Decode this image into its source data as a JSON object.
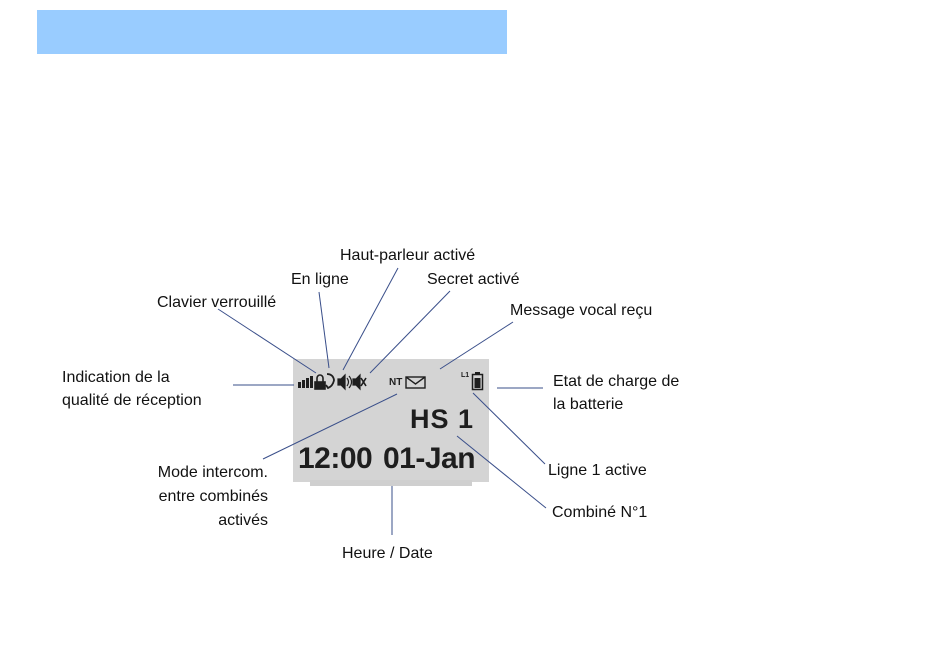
{
  "colors": {
    "header_bar": "#99ccff",
    "lcd_background": "#d4d4d4",
    "lcd_ink": "#1e1e1e",
    "leader_line": "#3a4f8a"
  },
  "display": {
    "handset": "HS 1",
    "time": "12:00",
    "date": "01-Jan",
    "intercom_indicator": "NT",
    "line_indicator": "L1"
  },
  "labels": {
    "signal": [
      "Indication de la",
      "qualité de réception"
    ],
    "keypad_locked": "Clavier verrouillé",
    "on_line": "En ligne",
    "speaker_on": "Haut-parleur activé",
    "mute_on": "Secret activé",
    "voicemail": "Message vocal reçu",
    "battery": [
      "Etat de charge de",
      "la batterie"
    ],
    "intercom": [
      "Mode intercom.",
      "entre combinés",
      "activés"
    ],
    "line1": "Ligne 1 active",
    "handset_no": "Combiné N°1",
    "time_date": "Heure / Date"
  },
  "icons": [
    "signal-bars-icon",
    "padlock-icon",
    "handset-icon",
    "speaker-icon",
    "mute-icon",
    "envelope-icon",
    "battery-icon"
  ]
}
